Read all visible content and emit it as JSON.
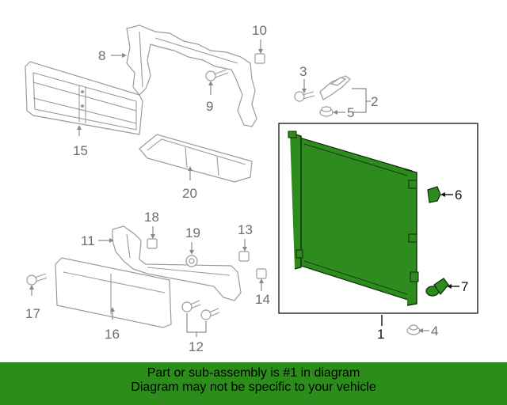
{
  "callouts": {
    "c1": "1",
    "c2": "2",
    "c3": "3",
    "c4": "4",
    "c5": "5",
    "c6": "6",
    "c7": "7",
    "c8": "8",
    "c9": "9",
    "c10": "10",
    "c11": "11",
    "c12": "12",
    "c13": "13",
    "c14": "14",
    "c15": "15",
    "c16": "16",
    "c17": "17",
    "c18": "18",
    "c19": "19",
    "c20": "20"
  },
  "banner": {
    "line1": "Part or sub-assembly is #1 in diagram",
    "line2": "Diagram may not be specific to your vehicle"
  },
  "colors": {
    "radiator": "#2e8b1e",
    "banner": "#2c8d1b",
    "line": "#9a9a9a"
  }
}
